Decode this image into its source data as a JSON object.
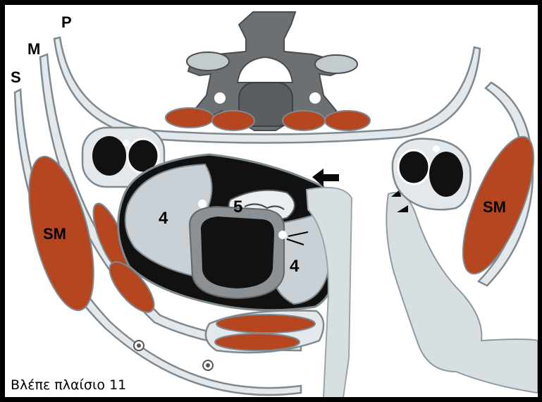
{
  "labels": {
    "S": "S",
    "M": "M",
    "P": "P",
    "SM_left": "SM",
    "SM_right": "SM",
    "num4_left": "4",
    "num4_right": "4",
    "num5": "5"
  },
  "caption": "Βλέπε πλαίσιο 11",
  "colors": {
    "muscle": "#b5461f",
    "bone": "#6d7072",
    "fascia_fill": "#dfe6ea",
    "tissue_light": "#c9d1d6",
    "dark": "#111111",
    "outline": "#7f8a90"
  }
}
